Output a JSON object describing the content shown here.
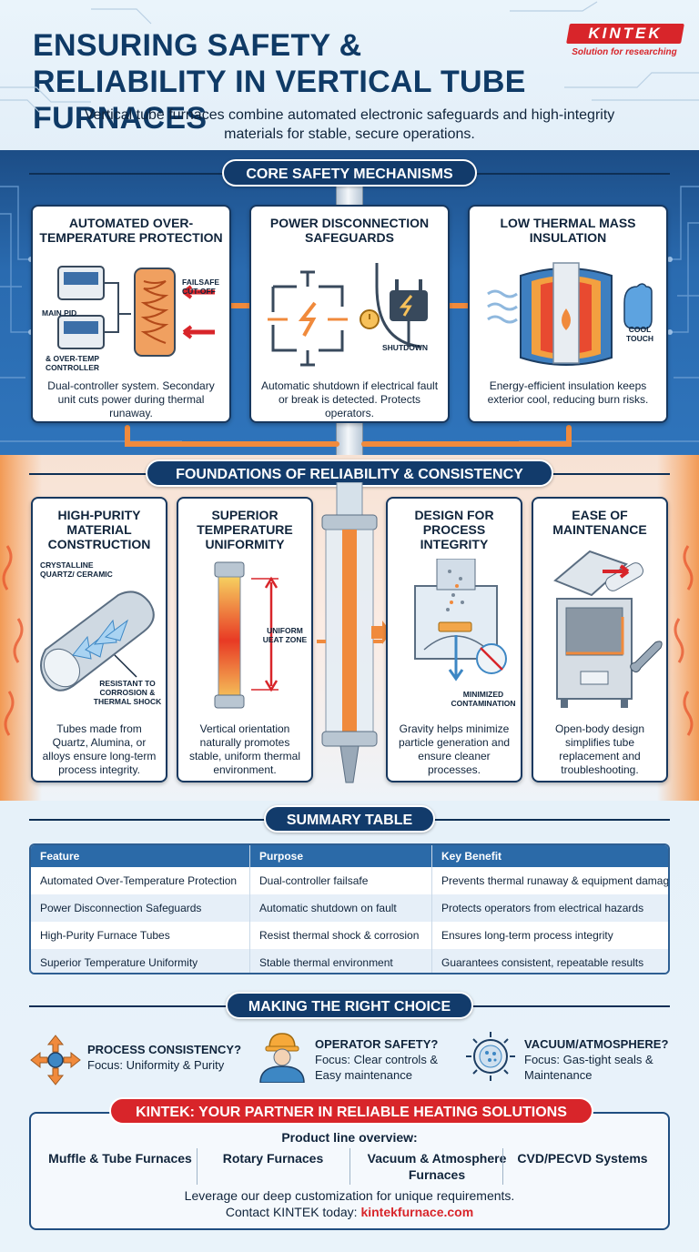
{
  "header": {
    "title": "Ensuring Safety & Reliability in Vertical Tube Furnaces",
    "subtitle": "Vertical tube furnaces combine automated electronic safeguards and high-integrity materials for stable, secure operations.",
    "logo": {
      "name": "KINTEK",
      "tagline": "Solution for researching"
    }
  },
  "core": {
    "heading": "CORE SAFETY MECHANISMS",
    "cards": [
      {
        "title": "Automated Over-Temperature Protection",
        "desc": "Dual-controller system. Secondary unit cuts power during thermal runaway.",
        "labels": [
          "MAIN PID",
          "& OVER-TEMP CONTROLLER",
          "FAILSAFE CUT-OFF"
        ]
      },
      {
        "title": "Power Disconnection Safeguards",
        "desc": "Automatic shutdown if electrical fault or break is detected. Protects operators.",
        "labels": [
          "SHUTDOWN"
        ]
      },
      {
        "title": "Low Thermal Mass Insulation",
        "desc": "Energy-efficient insulation keeps exterior cool, reducing burn risks.",
        "labels": [
          "COOL TOUCH"
        ]
      }
    ]
  },
  "foundations": {
    "heading": "FOUNDATIONS OF RELIABILITY & CONSISTENCY",
    "cards": [
      {
        "title": "High-Purity Material Construction",
        "desc": "Tubes made from Quartz, Alumina, or alloys ensure long-term process integrity.",
        "labels": [
          "CRYSTALLINE QUARTZ/ CERAMIC",
          "RESISTANT TO CORROSION & THERMAL SHOCK"
        ]
      },
      {
        "title": "Superior Temperature Uniformity",
        "desc": "Vertical orientation naturally promotes stable, uniform thermal environment.",
        "labels": [
          "UNIFORM UEAT ZONE"
        ]
      },
      {
        "title": "Design for Process Integrity",
        "desc": "Gravity helps minimize particle generation and ensure cleaner processes.",
        "labels": [
          "MINIMIZED CONTAMINATION"
        ]
      },
      {
        "title": "Ease of Maintenance",
        "desc": "Open-body design simplifies tube replacement and troubleshooting.",
        "labels": []
      }
    ]
  },
  "summary": {
    "heading": "SUMMARY TABLE",
    "columns": [
      "Feature",
      "Purpose",
      "Key Benefit"
    ],
    "rows": [
      [
        "Automated Over-Temperature Protection",
        "Dual-controller failsafe",
        "Prevents thermal runaway & equipment damage"
      ],
      [
        "Power Disconnection Safeguards",
        "Automatic shutdown on fault",
        "Protects operators from electrical hazards"
      ],
      [
        "High-Purity Furnace Tubes",
        "Resist thermal shock & corrosion",
        "Ensures long-term process integrity"
      ],
      [
        "Superior Temperature Uniformity",
        "Stable thermal environment",
        "Guarantees consistent, repeatable results"
      ]
    ]
  },
  "choice": {
    "heading": "MAKING THE RIGHT CHOICE",
    "items": [
      {
        "title": "PROCESS CONSISTENCY?",
        "desc": "Focus: Uniformity & Purity",
        "icon": "arrows-icon"
      },
      {
        "title": "OPERATOR SAFETY?",
        "desc": "Focus: Clear controls & Easy maintenance",
        "icon": "worker-icon"
      },
      {
        "title": "VACUUM/ATMOSPHERE?",
        "desc": "Focus: Gas-tight seals & Maintenance",
        "icon": "vacuum-icon"
      }
    ]
  },
  "partner": {
    "heading": "KINTEK: YOUR PARTNER IN RELIABLE HEATING SOLUTIONS",
    "overview_label": "Product line overview:",
    "products": [
      "Muffle & Tube Furnaces",
      "Rotary Furnaces",
      "Vacuum & Atmosphere Furnaces",
      "CVD/PECVD Systems"
    ],
    "cta_line1": "Leverage our deep customization for unique requirements.",
    "cta_prefix": "Contact KINTEK today: ",
    "cta_link": "kintekfurnace.com"
  },
  "colors": {
    "navy": "#123b6b",
    "blue": "#2f74bb",
    "red": "#d8252a",
    "orange": "#f08a3c"
  }
}
